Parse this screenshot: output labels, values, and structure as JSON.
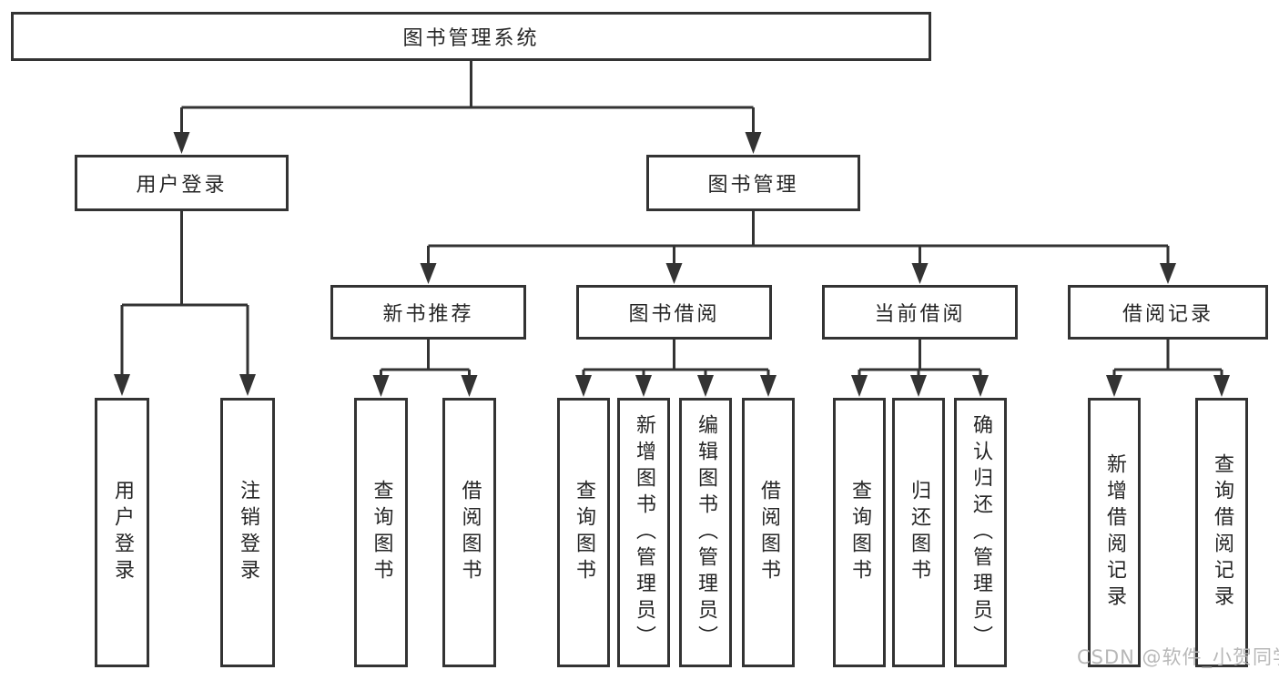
{
  "diagram": {
    "root": {
      "label": "图书管理系统"
    },
    "user_login": {
      "label": "用户登录",
      "children": [
        {
          "label": "用户登录"
        },
        {
          "label": "注销登录"
        }
      ]
    },
    "book_mgmt": {
      "label": "图书管理",
      "children": [
        {
          "label": "新书推荐",
          "children": [
            {
              "label": "查询图书"
            },
            {
              "label": "借阅图书"
            }
          ]
        },
        {
          "label": "图书借阅",
          "children": [
            {
              "label": "查询图书"
            },
            {
              "label": "新增图书（管理员）"
            },
            {
              "label": "编辑图书（管理员）"
            },
            {
              "label": "借阅图书"
            }
          ]
        },
        {
          "label": "当前借阅",
          "children": [
            {
              "label": "查询图书"
            },
            {
              "label": "归还图书"
            },
            {
              "label": "确认归还（管理员）"
            }
          ]
        },
        {
          "label": "借阅记录",
          "children": [
            {
              "label": "新增借阅记录"
            },
            {
              "label": "查询借阅记录"
            }
          ]
        }
      ]
    },
    "watermark": "CSDN @软件_小贺同学",
    "colors": {
      "line": "#333333",
      "text": "#262626",
      "watermark": "#b8b8b8",
      "background": "#ffffff"
    }
  }
}
